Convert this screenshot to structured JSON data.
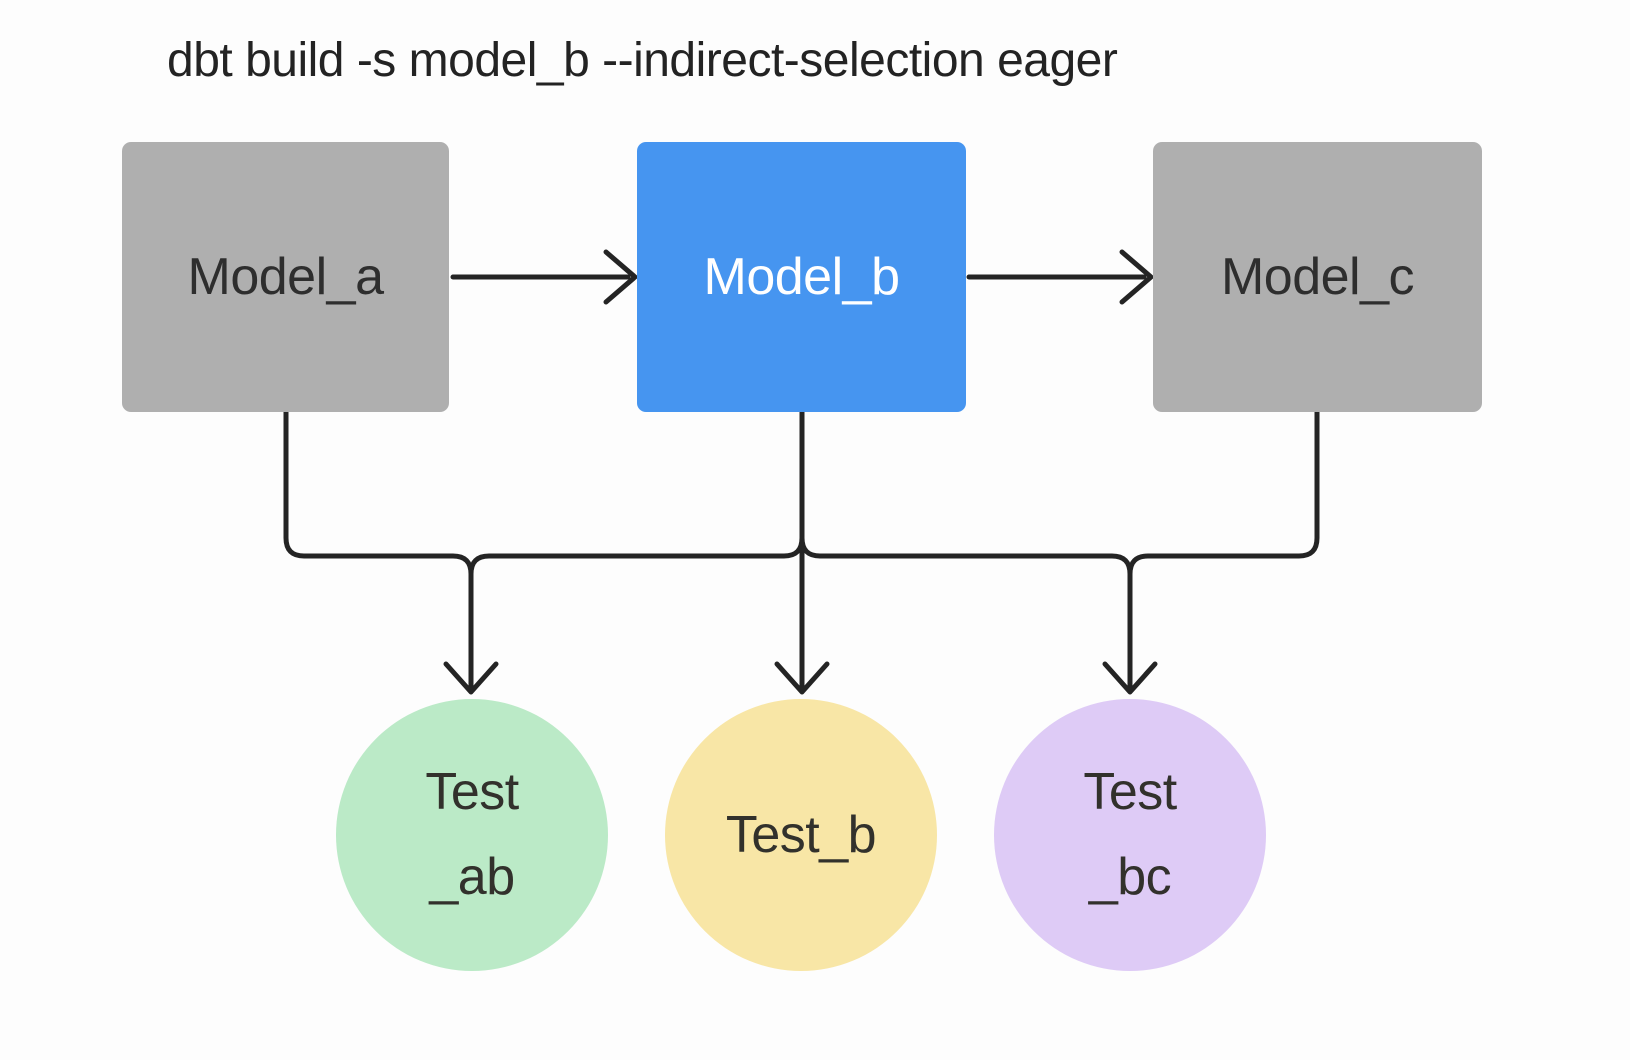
{
  "title": "dbt build -s model_b --indirect-selection eager",
  "colors": {
    "background": "#fdfdfd",
    "line": "#242424",
    "model_selected": "#4695f0",
    "model_default": "#afafaf",
    "test_ab_fill": "#bbeac7",
    "test_b_fill": "#f8e6a6",
    "test_bc_fill": "#decbf6",
    "model_text_dark": "#2e2e2e",
    "model_text_light": "#ffffff"
  },
  "models": [
    {
      "id": "model_a",
      "label": "Model_a",
      "fill": "#afafaf",
      "text_color": "#2e2e2e"
    },
    {
      "id": "model_b",
      "label": "Model_b",
      "fill": "#4695f0",
      "text_color": "#ffffff"
    },
    {
      "id": "model_c",
      "label": "Model_c",
      "fill": "#afafaf",
      "text_color": "#2e2e2e"
    }
  ],
  "tests": [
    {
      "id": "test_ab",
      "line1": "Test",
      "line2": "_ab",
      "fill": "#bbeac7"
    },
    {
      "id": "test_b",
      "line1": "Test_b",
      "line2": "",
      "fill": "#f8e6a6"
    },
    {
      "id": "test_bc",
      "line1": "Test",
      "line2": "_bc",
      "fill": "#decbf6"
    }
  ],
  "edges": [
    {
      "from": "model_a",
      "to": "model_b",
      "style": "arrow"
    },
    {
      "from": "model_b",
      "to": "model_c",
      "style": "arrow"
    },
    {
      "from": "model_a",
      "to": "test-bus",
      "style": "elbow"
    },
    {
      "from": "model_b",
      "to": "test-bus",
      "style": "elbow"
    },
    {
      "from": "model_c",
      "to": "test-bus",
      "style": "elbow"
    },
    {
      "from": "test-bus",
      "to": "test_ab",
      "style": "arrow-down"
    },
    {
      "from": "test-bus",
      "to": "test_b",
      "style": "arrow-down"
    },
    {
      "from": "test-bus",
      "to": "test_bc",
      "style": "arrow-down"
    }
  ]
}
